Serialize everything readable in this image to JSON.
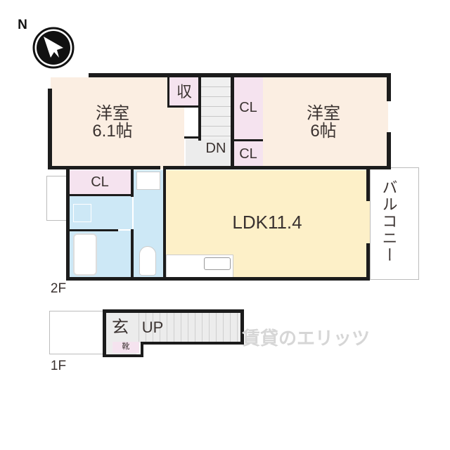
{
  "compass": {
    "label": "N",
    "icon": "north-arrow-icon"
  },
  "floors": {
    "second": {
      "label": "2F",
      "rooms": {
        "western_room_left": {
          "name": "洋室",
          "size": "6.1帖",
          "color": "#fbeee2"
        },
        "storage": {
          "name": "収",
          "color": "#f5e3ef"
        },
        "stairs_down": {
          "name": "DN"
        },
        "closet_upper": {
          "name": "CL",
          "color": "#f5e3ef"
        },
        "closet_lower": {
          "name": "CL",
          "color": "#f5e3ef"
        },
        "western_room_right": {
          "name": "洋室",
          "size": "6帖",
          "color": "#fbeee2"
        },
        "closet_hall": {
          "name": "CL",
          "color": "#f5e3ef"
        },
        "ldk": {
          "name": "LDK11.4",
          "color": "#fdf0c8"
        },
        "balcony": {
          "name": "バルコニー"
        },
        "wet_area_color": "#cde8f6"
      }
    },
    "first": {
      "label": "1F",
      "rooms": {
        "entrance": {
          "name": "玄"
        },
        "stairs_up": {
          "name": "UP"
        },
        "shoe_box": {
          "name": "靴",
          "color": "#f5e3ef"
        }
      }
    }
  },
  "watermark": {
    "text": "賃貸のエリッツ"
  }
}
